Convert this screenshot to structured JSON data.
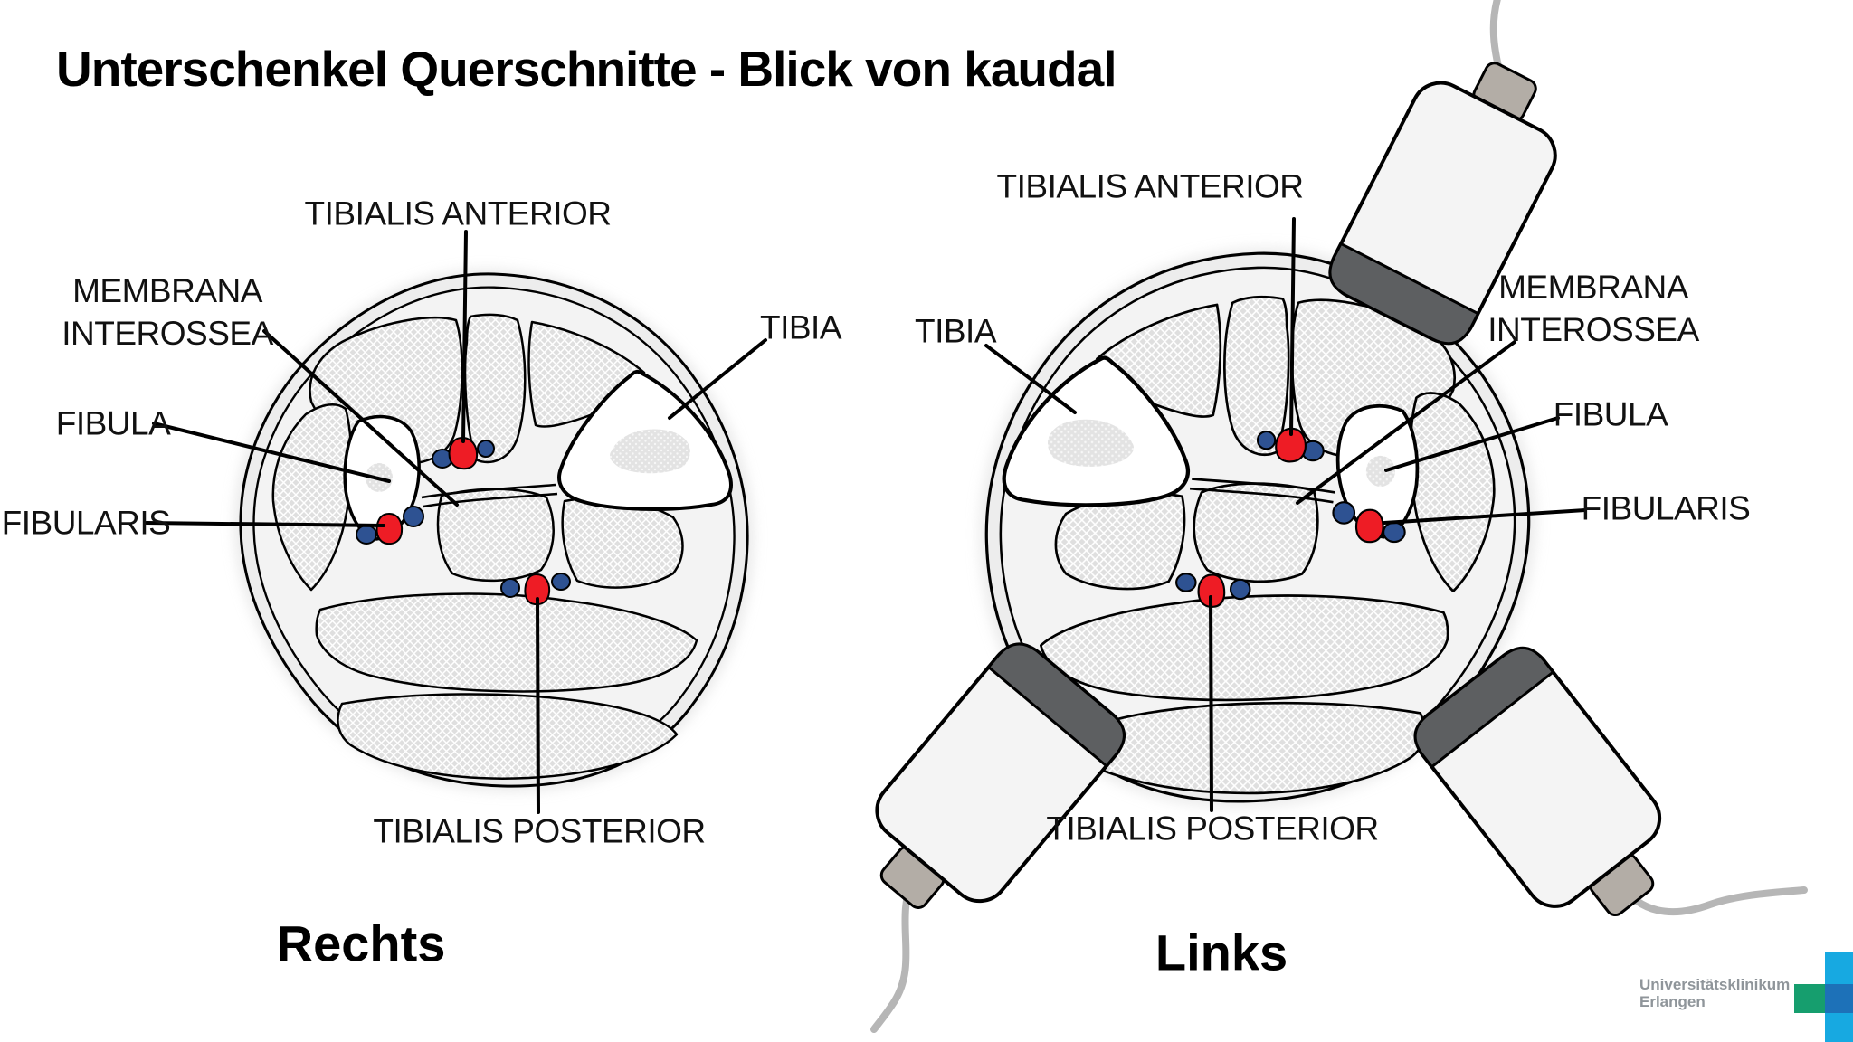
{
  "title": "Unterschenkel Querschnitte - Blick von kaudal",
  "left_section": {
    "caption": "Rechts",
    "labels": {
      "tibialis_anterior": "TIBIALIS ANTERIOR",
      "membrana_interossea": "MEMBRANA\nINTEROSSEA",
      "fibula": "FIBULA",
      "fibularis": "FIBULARIS",
      "tibia": "TIBIA",
      "tibialis_posterior": "TIBIALIS POSTERIOR"
    }
  },
  "right_section": {
    "caption": "Links",
    "labels": {
      "tibialis_anterior": "TIBIALIS ANTERIOR",
      "membrana_interossea": "MEMBRANA\nINTEROSSEA",
      "fibula": "FIBULA",
      "fibularis": "FIBULARIS",
      "tibia": "TIBIA",
      "tibialis_posterior": "TIBIALIS POSTERIOR"
    }
  },
  "logo": {
    "line1": "Universitätsklinikum",
    "line2": "Erlangen"
  },
  "colors": {
    "artery_red": "#ee1c25",
    "vein_blue": "#2e5292",
    "muscle_gray": "#dfdfdf",
    "skin_gray": "#ededed",
    "probe_band_gray": "#5d5f61",
    "logo_cyan": "#17a9e1",
    "logo_green": "#169e6e",
    "logo_blue": "#1d71b8",
    "logo_text_gray": "#8f959a"
  }
}
